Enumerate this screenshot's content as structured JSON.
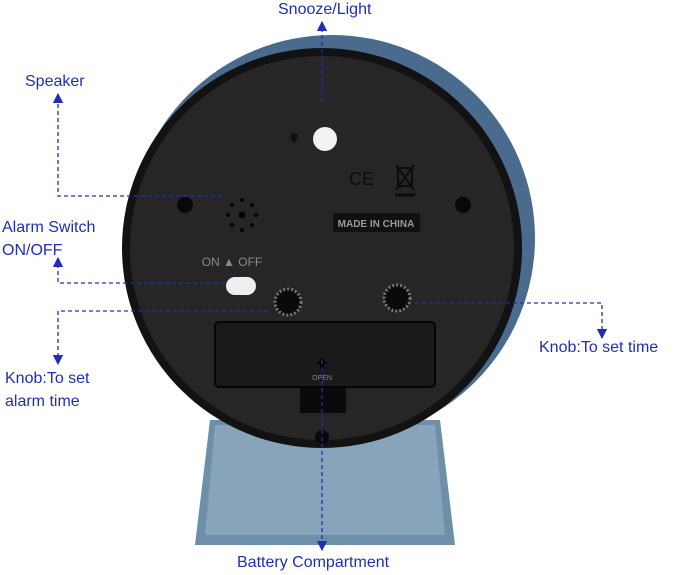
{
  "labels": {
    "snooze": "Snooze/Light",
    "speaker": "Speaker",
    "alarm_switch_line1": "Alarm Switch",
    "alarm_switch_line2": "ON/OFF",
    "knob_time": "Knob:To set time",
    "knob_alarm_line1": "Knob:To set",
    "knob_alarm_line2": "alarm time",
    "battery": "Battery Compartment"
  },
  "clock_markings": {
    "made_in": "MADE IN CHINA",
    "switch_text": "ON ▲ OFF",
    "ce_mark": "CE",
    "open_text": "OPEN"
  },
  "colors": {
    "label": "#1f2fb5",
    "leader": "#1f2fb5",
    "rim": "#4a6a8e",
    "face": "#1e1e1e",
    "stand": "#6e8fa8"
  }
}
